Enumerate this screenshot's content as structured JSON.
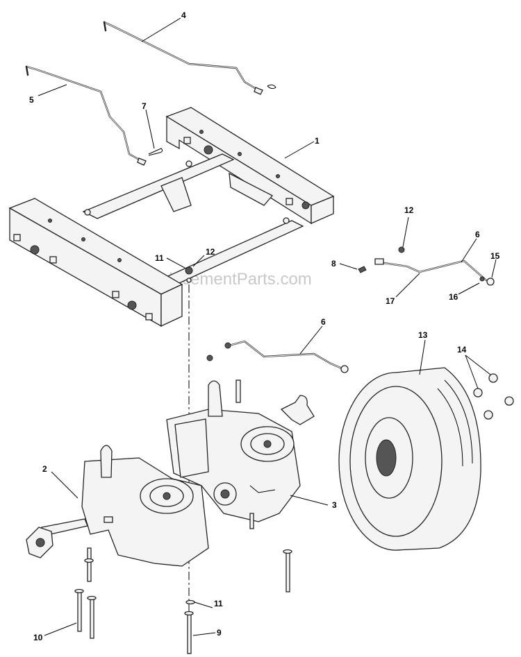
{
  "watermark": "eReplacementParts.com",
  "callouts": {
    "c1": "1",
    "c2": "2",
    "c3": "3",
    "c4": "4",
    "c5": "5",
    "c6a": "6",
    "c6b": "6",
    "c7": "7",
    "c8": "8",
    "c9": "9",
    "c10": "10",
    "c11a": "11",
    "c11b": "11",
    "c12a": "12",
    "c12b": "12",
    "c13": "13",
    "c14": "14",
    "c15": "15",
    "c16": "16",
    "c17": "17"
  }
}
